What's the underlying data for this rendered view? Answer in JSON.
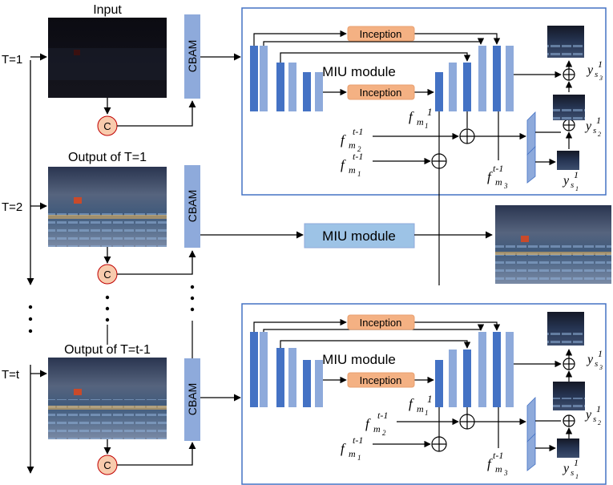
{
  "labels": {
    "input": "Input",
    "output_t1": "Output of T=1",
    "output_tm1": "Output of T=t-1",
    "t1": "T=1",
    "t2": "T=2",
    "tt": "T=t",
    "cbam": "CBAM",
    "concat": "C",
    "miu_module": "MIU module",
    "inception": "Inception"
  },
  "math": {
    "fm1_base": "f",
    "fm1_sub": "m",
    "fm1_subsub": "1",
    "fm1_sup": "1",
    "fm2_base": "f",
    "fm2_sub": "m",
    "fm2_subsub": "2",
    "fm2_sup": "t-1",
    "fm1p_sup": "t-1",
    "fm3_base": "f",
    "fm3_sub": "m",
    "fm3_subsub": "3",
    "fm3_sup": "t-1",
    "ys3_base": "y",
    "ys3_sub": "s",
    "ys3_subsub": "3",
    "ys3_sup": "1",
    "ys2_subsub": "2",
    "ys1_subsub": "1"
  },
  "colors": {
    "dark_blue": "#4472c4",
    "light_blue": "#8eaadb",
    "cbam_fill": "#8eaadb",
    "inception_fill": "#f4b183",
    "inception_light": "#fbe5d6",
    "concat_fill": "#f8cbad",
    "concat_stroke": "#c00000",
    "box_stroke": "#4472c4",
    "miu_fill": "#9dc3e6"
  }
}
